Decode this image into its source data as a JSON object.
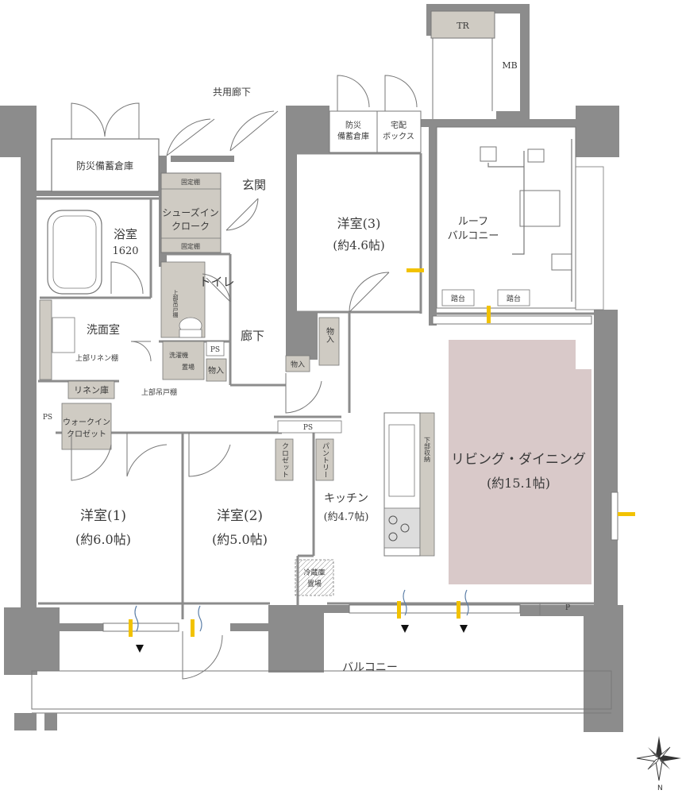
{
  "corridor": {
    "label": "共用廊下"
  },
  "utility": {
    "tr": "TR",
    "mb": "MB",
    "ps": "PS",
    "p": "P"
  },
  "storage": {
    "disaster_storage_outer": "防災備蓄倉庫",
    "disaster_storage_line1": "防災",
    "disaster_storage_line2": "備蓄倉庫",
    "delivery_box_line1": "宅配",
    "delivery_box_line2": "ボックス"
  },
  "entrance": {
    "label": "玄関"
  },
  "shoes_closet": {
    "line1": "シューズイン",
    "line2": "クローク",
    "shelf": "固定棚"
  },
  "bath": {
    "label": "浴室",
    "size": "1620"
  },
  "toilet": {
    "label": "トイレ",
    "upper_cabinet": "上部吊戸棚"
  },
  "washroom": {
    "label": "洗面室",
    "upper_linen": "上部リネン棚",
    "linen": "リネン庫",
    "washer_line1": "洗濯機",
    "washer_line2": "置場",
    "upper_cabinet": "上部吊戸棚"
  },
  "hallway": {
    "label": "廊下",
    "storage": "物入"
  },
  "walkin": {
    "line1": "ウォークイン",
    "line2": "クロゼット"
  },
  "room1": {
    "name": "洋室(1)",
    "size": "(約6.0帖)"
  },
  "room2": {
    "name": "洋室(2)",
    "size": "(約5.0帖)"
  },
  "room3": {
    "name": "洋室(3)",
    "size": "(約4.6帖)",
    "storage": "物入"
  },
  "kitchen": {
    "label": "キッチン",
    "size": "(約4.7帖)",
    "closet": "クロゼット",
    "pantry": "パントリー",
    "under_storage": "下部収納",
    "fridge_line1": "冷蔵庫",
    "fridge_line2": "置場"
  },
  "ldk": {
    "label": "リビング・ダイニング",
    "size": "(約15.1帖)",
    "fill_color": "#d9c9c9"
  },
  "roof_balcony": {
    "line1": "ルーフ",
    "line2": "バルコニー",
    "step": "踏台"
  },
  "balcony": {
    "label": "バルコニー"
  },
  "compass": {
    "north": "N"
  },
  "colors": {
    "wall": "#8c8c8c",
    "fixture": "#cfcbc3",
    "accent": "#f2c200",
    "ldk": "#d9c9c9"
  }
}
